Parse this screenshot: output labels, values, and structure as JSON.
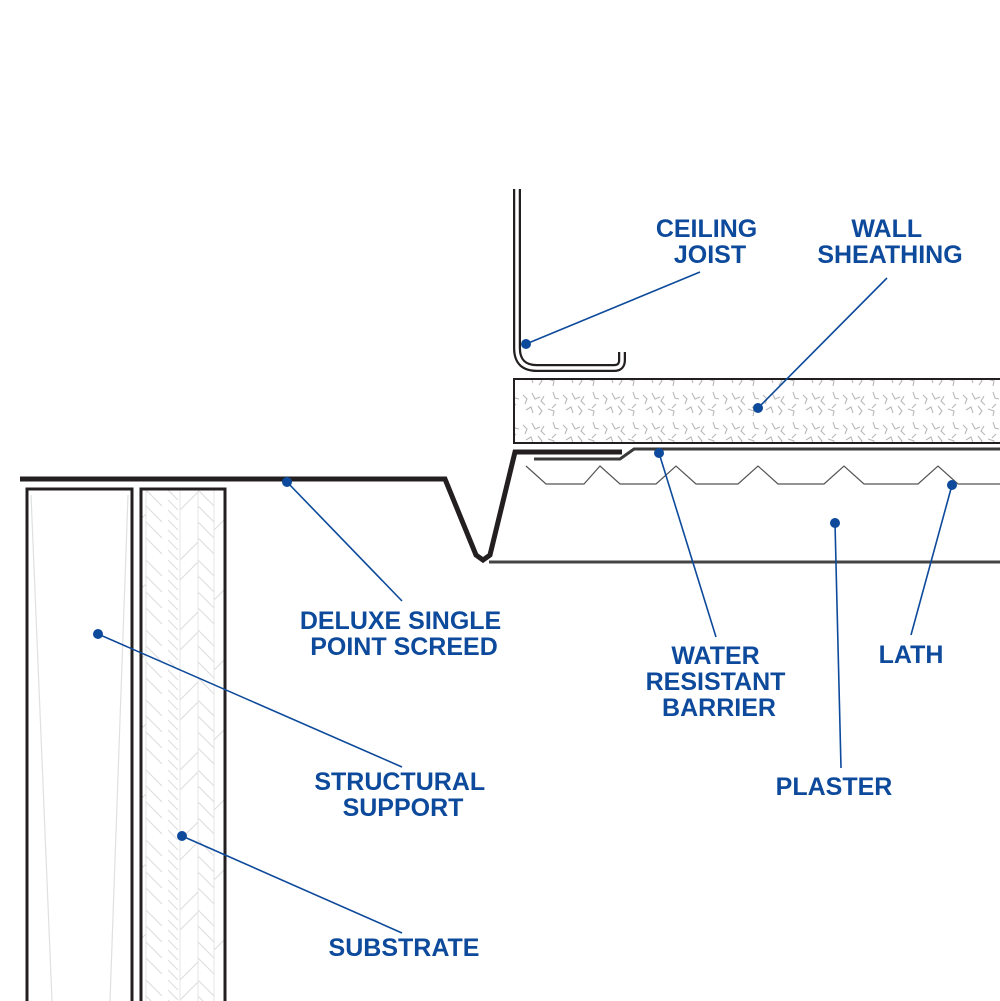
{
  "diagram": {
    "title": "Deluxe Single Point Screed soffit detail",
    "colors": {
      "label": "#0d4a9b",
      "line": "#231f20",
      "pattern": "#b8b8b8",
      "background": "#ffffff"
    },
    "labels": [
      {
        "id": "ceiling-joist",
        "lines": [
          "CEILING",
          "JOIST"
        ]
      },
      {
        "id": "wall-sheathing",
        "lines": [
          "WALL",
          "SHEATHING"
        ]
      },
      {
        "id": "deluxe-single-point-screed",
        "lines": [
          "DELUXE SINGLE",
          "POINT SCREED"
        ]
      },
      {
        "id": "water-resistant-barrier",
        "lines": [
          "WATER",
          "RESISTANT",
          "BARRIER"
        ]
      },
      {
        "id": "lath",
        "lines": [
          "LATH"
        ]
      },
      {
        "id": "plaster",
        "lines": [
          "PLASTER"
        ]
      },
      {
        "id": "structural-support",
        "lines": [
          "STRUCTURAL",
          "SUPPORT"
        ]
      },
      {
        "id": "substrate",
        "lines": [
          "SUBSTRATE"
        ]
      }
    ]
  }
}
